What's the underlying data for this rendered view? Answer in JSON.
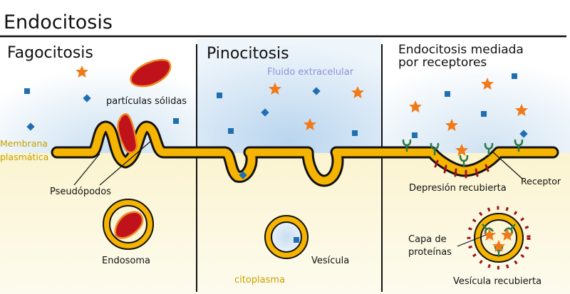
{
  "title": "Endocitosis",
  "panels": [
    {
      "heading": "Fagocitosis"
    },
    {
      "heading": "Pinocitosis"
    },
    {
      "heading_line1": "Endocitosis mediada",
      "heading_line2": "por receptores"
    }
  ],
  "labels": {
    "particulas": "partículas sólidas",
    "membrana_line1": "Membrana",
    "membrana_line2": "plasmática",
    "pseudopodos": "Pseudópodos",
    "endosoma": "Endosoma",
    "fluido": "Fluido extracelular",
    "vesicula": "Vesícula",
    "citoplasma": "citoplasma",
    "receptor": "Receptor",
    "depresion": "Depresión recubierta",
    "capa_line1": "Capa de",
    "capa_line2": "proteínas",
    "vesicula_recubierta": "Vesícula recubierta"
  },
  "colors": {
    "membrane_fill": "#f5b400",
    "membrane_stroke": "#111111",
    "particle": "#c0121a",
    "particle_stroke": "#f08a24",
    "solute": "#1f6fb2",
    "star": "#f07a18",
    "receptor": "#2e7a45",
    "coat": "#a0101a",
    "extracellular": "#c9dff0",
    "cytoplasm": "#fbf6d8",
    "label_gold": "#c8a000",
    "label_blue": "#8d92d8"
  }
}
